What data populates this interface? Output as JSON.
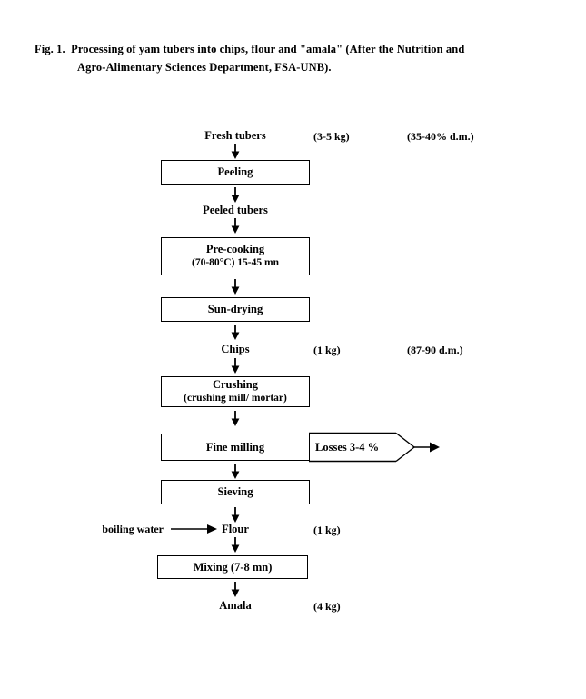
{
  "figure": {
    "caption_line_1": "Fig. 1.  Processing of yam tubers into chips, flour and \"amala\" (After the Nutrition and",
    "caption_line_2": "Agro-Alimentary Sciences Department, FSA-UNB)."
  },
  "diagram": {
    "type": "flowchart",
    "orientation": "top-to-bottom",
    "nodes": [
      {
        "id": "fresh-tubers",
        "kind": "material",
        "label": "Fresh tubers"
      },
      {
        "id": "peeling",
        "kind": "process",
        "label": "Peeling"
      },
      {
        "id": "peeled-tubers",
        "kind": "material",
        "label": "Peeled tubers"
      },
      {
        "id": "pre-cooking",
        "kind": "process",
        "label": "Pre-cooking",
        "sublabel": "(70-80°C) 15-45 mn"
      },
      {
        "id": "sun-drying",
        "kind": "process",
        "label": "Sun-drying"
      },
      {
        "id": "chips",
        "kind": "material",
        "label": "Chips"
      },
      {
        "id": "crushing",
        "kind": "process",
        "label": "Crushing",
        "sublabel": "(crushing mill/ mortar)"
      },
      {
        "id": "fine-milling",
        "kind": "process",
        "label": "Fine milling"
      },
      {
        "id": "sieving",
        "kind": "process",
        "label": "Sieving"
      },
      {
        "id": "flour",
        "kind": "material",
        "label": "Flour"
      },
      {
        "id": "mixing",
        "kind": "process",
        "label": "Mixing (7-8 mn)"
      },
      {
        "id": "amala",
        "kind": "material",
        "label": "Amala"
      }
    ],
    "annotations": {
      "mass": {
        "fresh_tubers": "(3-5 kg)",
        "chips": "(1 kg)",
        "flour": "(1 kg)",
        "amala": "(4 kg)"
      },
      "dry_matter": {
        "fresh_tubers": "(35-40% d.m.)",
        "chips": "(87-90 d.m.)"
      }
    },
    "inputs": {
      "mixing_water": "boiling water"
    },
    "outputs": {
      "milling_losses": "Losses 3-4 %"
    },
    "colors": {
      "stroke": "#000000",
      "text": "#000000",
      "background": "#ffffff"
    }
  }
}
